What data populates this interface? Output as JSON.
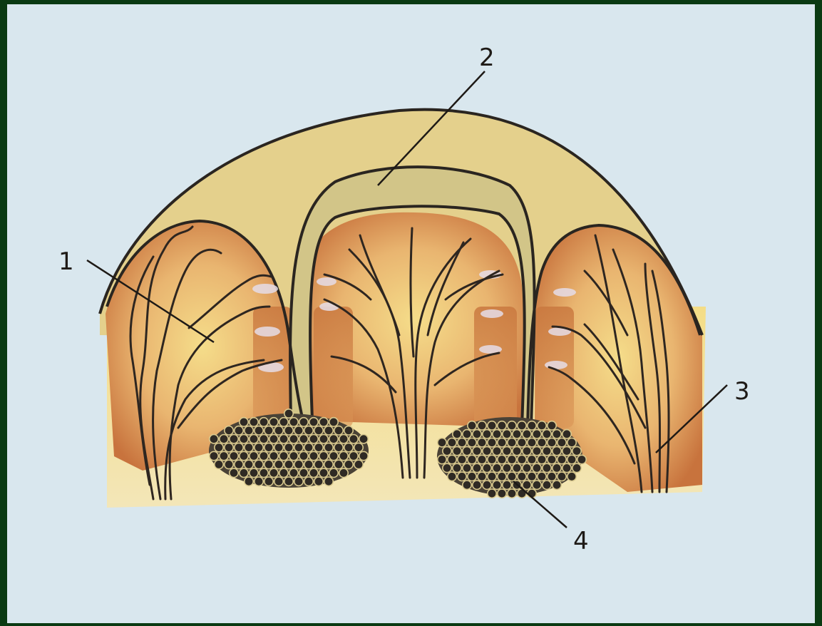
{
  "diagram": {
    "labels": [
      {
        "id": "1",
        "text": "1"
      },
      {
        "id": "2",
        "text": "2"
      },
      {
        "id": "3",
        "text": "3"
      },
      {
        "id": "4",
        "text": "4"
      }
    ]
  },
  "colors": {
    "page_background": "#0a3a12",
    "paper": "#d9e7ee",
    "cap": "#e2d08a",
    "tissue": "#f2dc84",
    "rust_band": "#c9783f",
    "outline": "#2a2520",
    "nerve": "#2e2620",
    "follicle": "#3a332b"
  }
}
